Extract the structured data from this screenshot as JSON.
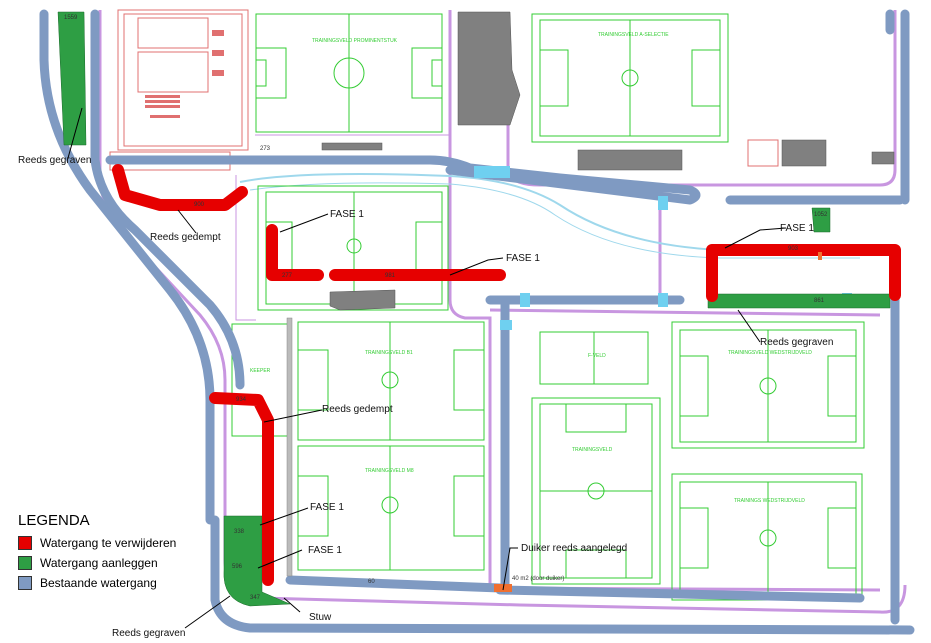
{
  "colors": {
    "remove": "#e60000",
    "build": "#2e9e44",
    "existing": "#7f9ac2",
    "field_line": "#33cc33",
    "road": "#c896e0",
    "building": "#808080",
    "culvert": "#6fd0f0",
    "track": "#e07070"
  },
  "legend": {
    "title": "LEGENDA",
    "items": [
      {
        "label": "Watergang te verwijderen",
        "color": "#e60000"
      },
      {
        "label": "Watergang aanleggen",
        "color": "#2e9e44"
      },
      {
        "label": "Bestaande watergang",
        "color": "#7f9ac2"
      }
    ]
  },
  "annotations": {
    "reeds_gegraven_top_left": "Reeds gegraven",
    "reeds_gedempt_top": "Reeds gedempt",
    "fase1_a": "FASE 1",
    "fase1_b": "FASE 1",
    "fase1_c": "FASE 1",
    "reeds_gegraven_right": "Reeds gegraven",
    "reeds_gedempt_mid": "Reeds gedempt",
    "fase1_d": "FASE 1",
    "fase1_e": "FASE 1",
    "duiker": "Duiker reeds aangelegd",
    "stuw": "Stuw",
    "reeds_gegraven_bottom": "Reeds gegraven"
  },
  "segment_labels": {
    "s1559": "1559",
    "s273": "273",
    "s900": "900",
    "s277": "277",
    "s981": "981",
    "s1052": "1052",
    "s903": "903",
    "s861": "861",
    "s934": "934",
    "s338": "338",
    "s596": "596",
    "s347": "347",
    "s60": "60",
    "s40m2": "40 m2 (door duiker)"
  },
  "field_labels": {
    "f1": "TRAININGSVELD PROMINENTSTUK",
    "f2": "TRAININGSVELD A-SELECTIE",
    "f3": "TRAININGSVELD B1",
    "f4": "TRAININGSVELD WEDSTRIJDVELD",
    "f5": "TRAININGSVELD M8",
    "f6": "TRAININGSVELD",
    "f7": "TRAININGS WEDSTRIJDVELD",
    "f8": "F-VELD",
    "f9": "KEEPER"
  }
}
